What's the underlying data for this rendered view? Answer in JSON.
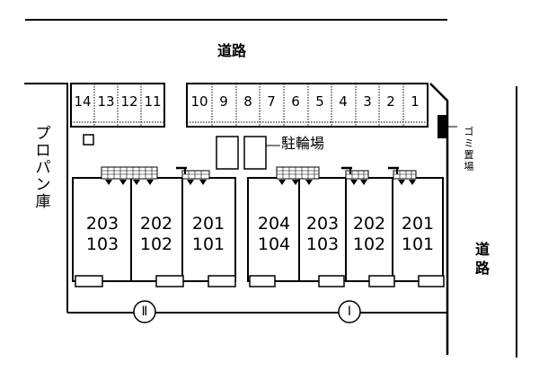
{
  "roads": {
    "top": "道路",
    "right": "道路"
  },
  "parking_slots": [
    "14",
    "13",
    "12",
    "11",
    "10",
    "9",
    "8",
    "7",
    "6",
    "5",
    "4",
    "3",
    "2",
    "1"
  ],
  "bicycle_parking": "駐輪場",
  "propane_storage": "プロパン庫",
  "garbage_area": "ゴミ置場",
  "building_II": {
    "label": "Ⅱ",
    "units": [
      {
        "upper": "203",
        "lower": "103"
      },
      {
        "upper": "202",
        "lower": "102"
      },
      {
        "upper": "201",
        "lower": "101"
      }
    ]
  },
  "building_I": {
    "label": "Ⅰ",
    "units": [
      {
        "upper": "204",
        "lower": "104"
      },
      {
        "upper": "203",
        "lower": "103"
      },
      {
        "upper": "202",
        "lower": "102"
      },
      {
        "upper": "201",
        "lower": "101"
      }
    ]
  }
}
